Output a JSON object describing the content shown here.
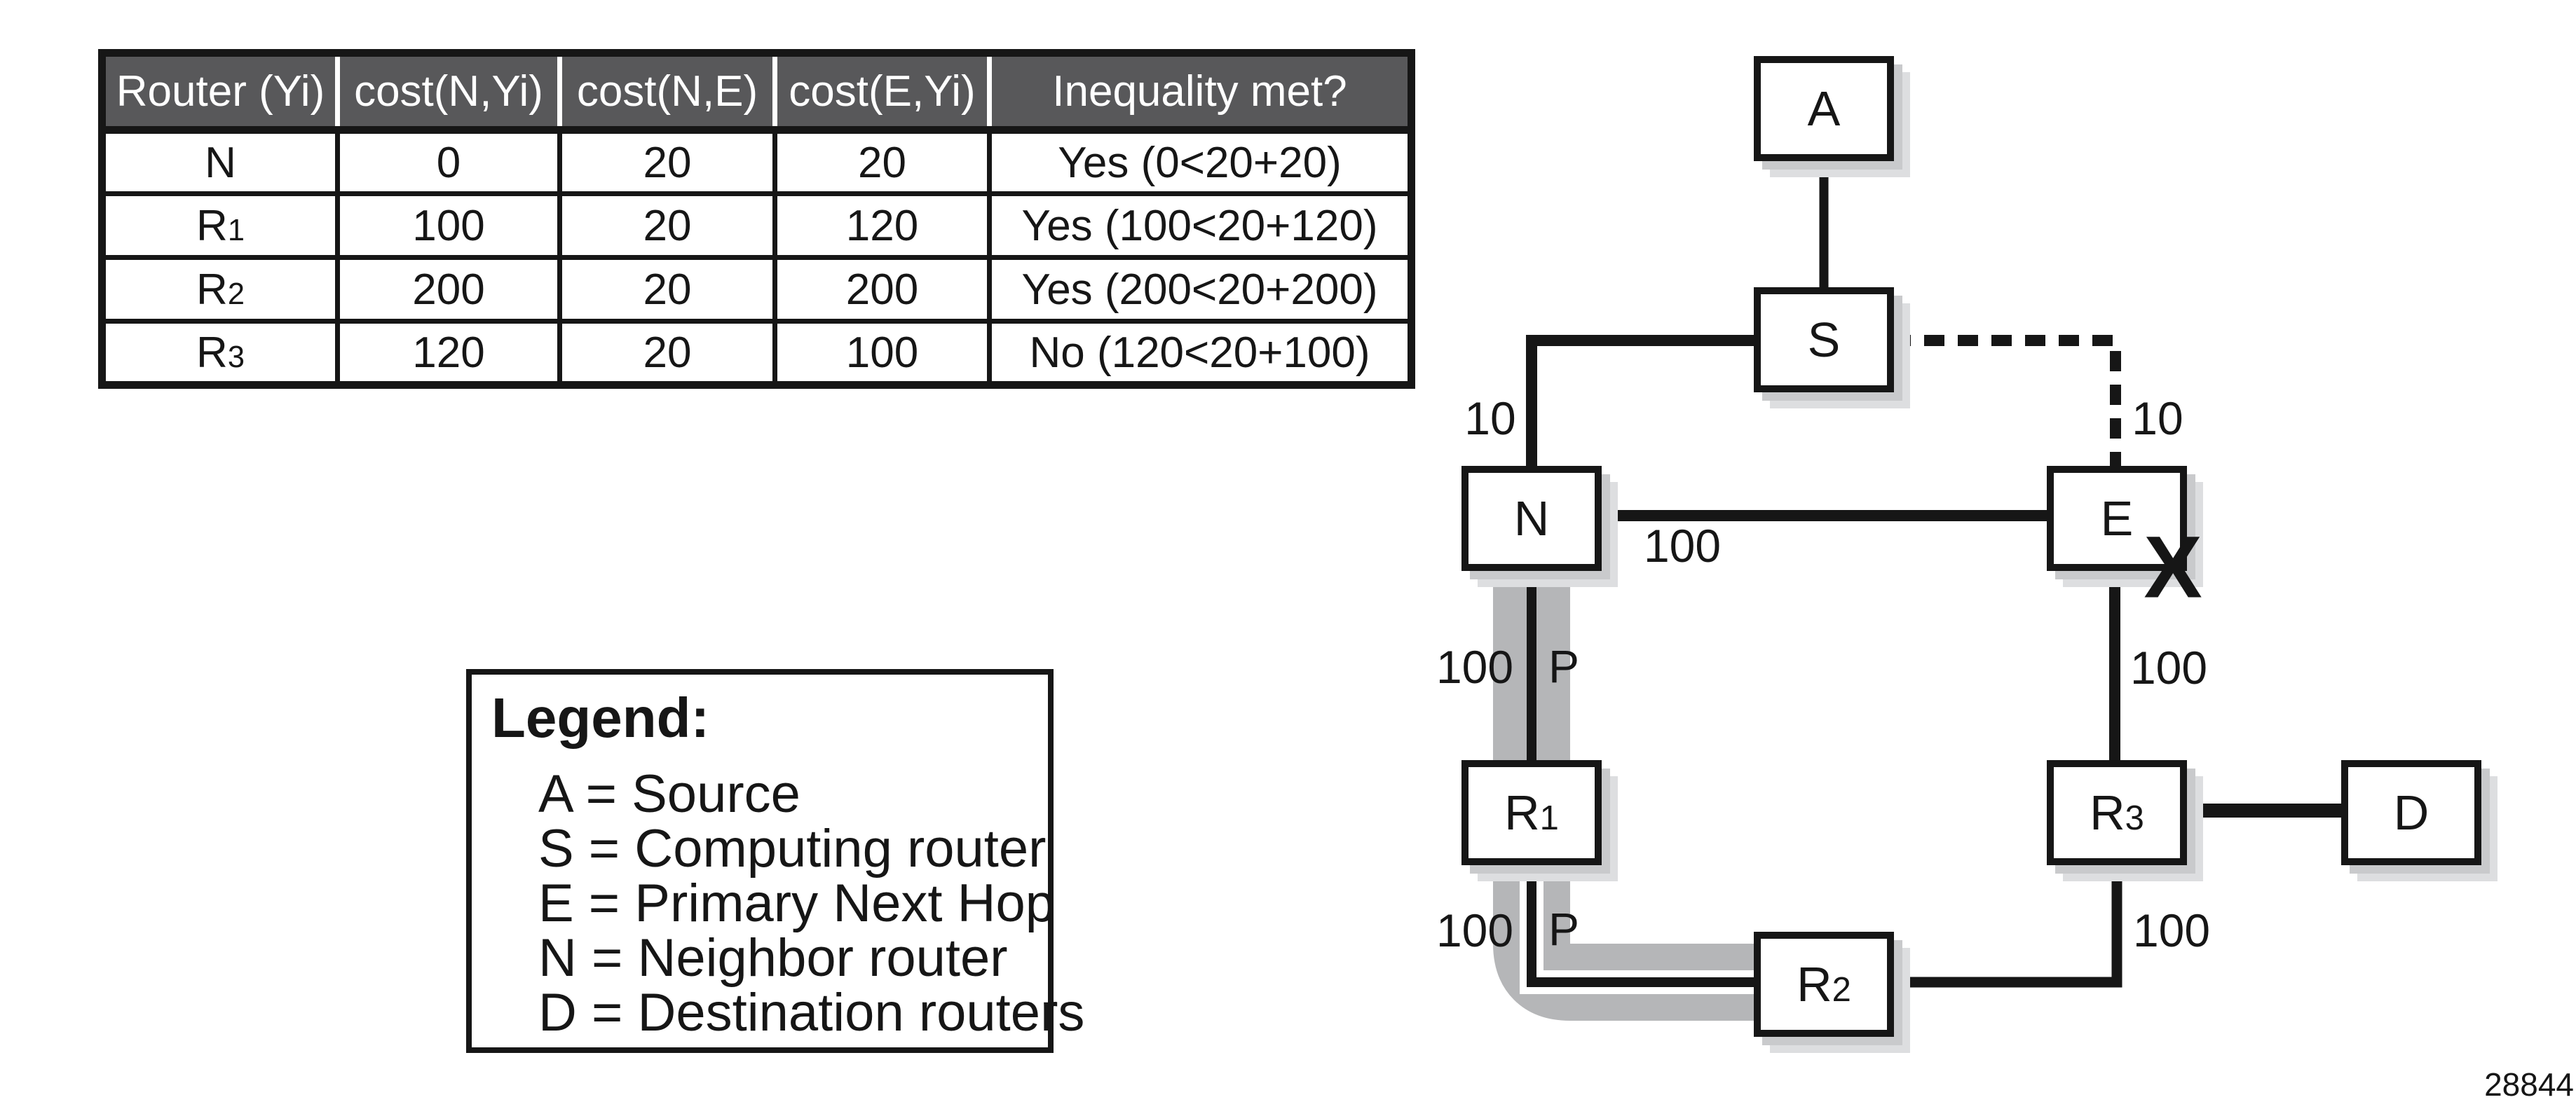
{
  "colors": {
    "header_bg": "#58585a",
    "header_text": "#ffffff",
    "line": "#161616",
    "path_highlight": "#b5b6b8",
    "box_shadow_inner": "#c9cacc",
    "box_shadow_outer": "#dddee0",
    "background": "#ffffff"
  },
  "table": {
    "headers": [
      "Router (Yi)",
      "cost(N,Yi)",
      "cost(N,E)",
      "cost(E,Yi)",
      "Inequality met?"
    ],
    "rows": [
      {
        "router": {
          "base": "N",
          "sub": ""
        },
        "cost_n_yi": "0",
        "cost_n_e": "20",
        "cost_e_yi": "20",
        "inequality": "Yes (0<20+20)"
      },
      {
        "router": {
          "base": "R",
          "sub": "1"
        },
        "cost_n_yi": "100",
        "cost_n_e": "20",
        "cost_e_yi": "120",
        "inequality": "Yes (100<20+120)"
      },
      {
        "router": {
          "base": "R",
          "sub": "2"
        },
        "cost_n_yi": "200",
        "cost_n_e": "20",
        "cost_e_yi": "200",
        "inequality": "Yes (200<20+200)"
      },
      {
        "router": {
          "base": "R",
          "sub": "3"
        },
        "cost_n_yi": "120",
        "cost_n_e": "20",
        "cost_e_yi": "100",
        "inequality": "No (120<20+100)"
      }
    ]
  },
  "legend": {
    "title": "Legend:",
    "items": [
      "A = Source",
      "S = Computing router",
      "E = Primary Next Hop",
      "N = Neighbor router",
      "D = Destination routers"
    ]
  },
  "diagram": {
    "nodes": {
      "a": {
        "base": "A",
        "sub": ""
      },
      "s": {
        "base": "S",
        "sub": ""
      },
      "n": {
        "base": "N",
        "sub": ""
      },
      "e": {
        "base": "E",
        "sub": ""
      },
      "r1": {
        "base": "R",
        "sub": "1"
      },
      "r2": {
        "base": "R",
        "sub": "2"
      },
      "r3": {
        "base": "R",
        "sub": "3"
      },
      "d": {
        "base": "D",
        "sub": ""
      }
    },
    "edge_labels": {
      "s_n": "10",
      "s_e": "10",
      "n_e": "100",
      "n_r1": "100",
      "n_r1_path": "P",
      "e_r3": "100",
      "r1_r2": "100",
      "r1_r2_path": "P",
      "r2_r3": "100"
    },
    "failure_mark": "X"
  },
  "figure_number": "28844"
}
